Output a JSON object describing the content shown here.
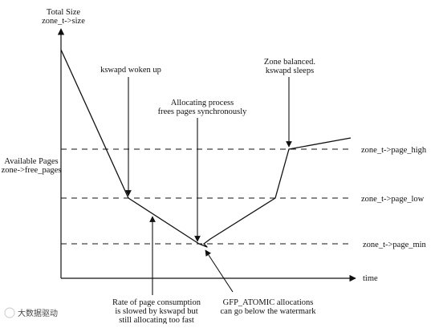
{
  "axes": {
    "y_title_line1": "Total Size",
    "y_title_line2": "zone_t->size",
    "y_mid_line1": "Available Pages",
    "y_mid_line2": "zone->free_pages",
    "x_title": "time"
  },
  "watermarks": {
    "page_high": "zone_t->page_high",
    "page_low": "zone_t->page_low",
    "page_min": "zone_t->page_min"
  },
  "annotations": {
    "kswapd_woken": "kswapd woken up",
    "zone_balanced_line1": "Zone balanced.",
    "zone_balanced_line2": "kswapd sleeps",
    "allocating_line1": "Allocating process",
    "allocating_line2": "frees pages synchronously",
    "rate_line1": "Rate of page consumption",
    "rate_line2": "is slowed by kswapd but",
    "rate_line3": "still allocating too fast",
    "gfp_line1": "GFP_ATOMIC allocations",
    "gfp_line2": "can go below the watermark"
  },
  "watermark_logo_text": "大数据驱动",
  "icons": {
    "arrow": "arrow-head-icon"
  }
}
